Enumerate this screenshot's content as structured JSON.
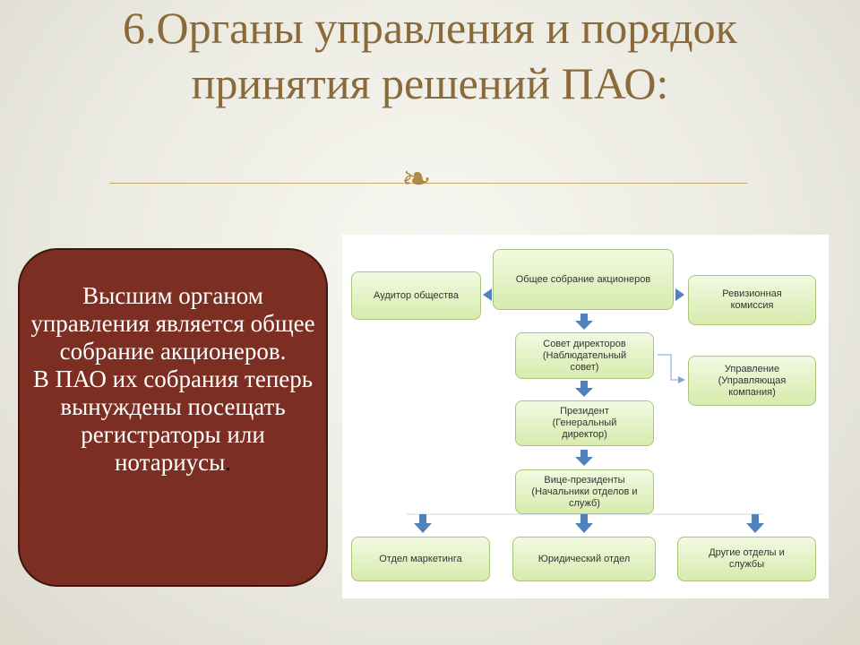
{
  "slide": {
    "title": "6.Органы управления и порядок принятия решений ПАО:",
    "ornament": "❧"
  },
  "callout": {
    "paragraph1": "Высшим органом управления является общее собрание акционеров.",
    "paragraph2": "В ПАО их собрания теперь вынуждены посещать регистраторы или нотариусы",
    "period": "."
  },
  "diagram": {
    "nodes": {
      "general_meeting": "Общее собрание акционеров",
      "auditor": "Аудитор общества",
      "revision_commission": "Ревизионная\nкомиссия",
      "board": "Совет директоров\n(Наблюдательный\nсовет)",
      "management": "Управление\n(Управляющая\nкомпания)",
      "president": "Президент\n(Генеральный\nдиректор)",
      "vice_presidents": "Вице-президенты\n(Начальники отделов и\nслужб)",
      "marketing": "Отдел маркетинга",
      "legal": "Юридический отдел",
      "other": "Другие отделы и\nслужбы"
    },
    "colors": {
      "node_fill_top": "#f2f9e2",
      "node_fill_bottom": "#d7ebad",
      "node_border": "#a9c57e",
      "arrow": "#4f81bd",
      "link": "#7aa5d8"
    }
  }
}
